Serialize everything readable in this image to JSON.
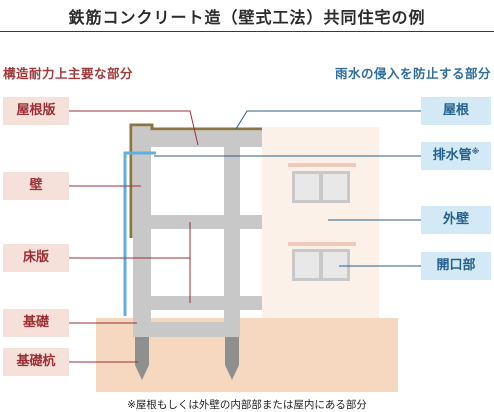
{
  "title": "鉄筋コンクリート造（壁式工法）共同住宅の例",
  "left_heading": "構造耐力上主要な部分",
  "right_heading": "雨水の侵入を防止する部分",
  "left_labels": [
    "屋根版",
    "壁",
    "床版",
    "基礎",
    "基礎杭"
  ],
  "right_labels": [
    "屋根",
    "排水管",
    "外壁",
    "開口部"
  ],
  "drain_mark": "※",
  "footnote": "※屋根もしくは外壁の内部部または屋内にある部分",
  "colors": {
    "structure_red": "#9c2f33",
    "rain_blue": "#245f8e",
    "concrete": "#c8c8c8",
    "ground": "#f6d7bf",
    "building_wall": "#fbf1e8",
    "waterproof_roof": "#8a7446",
    "drain_pipe": "#5eb0e0"
  },
  "icons": [
    "drain-pipe",
    "window",
    "pile-tip"
  ]
}
